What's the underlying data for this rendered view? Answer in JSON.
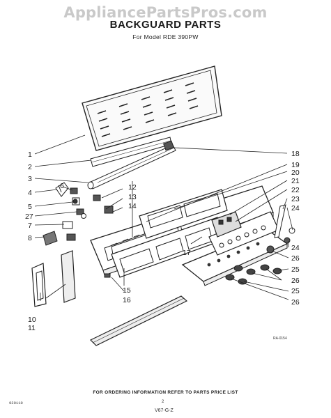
{
  "watermark": "AppliancePartsPros.com",
  "title": "BACKGUARD PARTS",
  "subtitle": "For Model RDE 390PW",
  "diagram_code": "RA-0154",
  "footer": "FOR ORDERING INFORMATION REFER TO PARTS PRICE LIST",
  "code_left": "920110",
  "page_number": "2",
  "code_bottom": "V67-G-Z",
  "callouts_left": [
    "1",
    "2",
    "3",
    "4",
    "5",
    "27",
    "7",
    "8",
    "10",
    "11"
  ],
  "callouts_right": [
    "18",
    "19",
    "20",
    "21",
    "22",
    "23",
    "24",
    "24",
    "26",
    "25",
    "26",
    "25",
    "26"
  ],
  "callouts_center": [
    "6",
    "12",
    "13",
    "14",
    "17",
    "15",
    "16"
  ]
}
